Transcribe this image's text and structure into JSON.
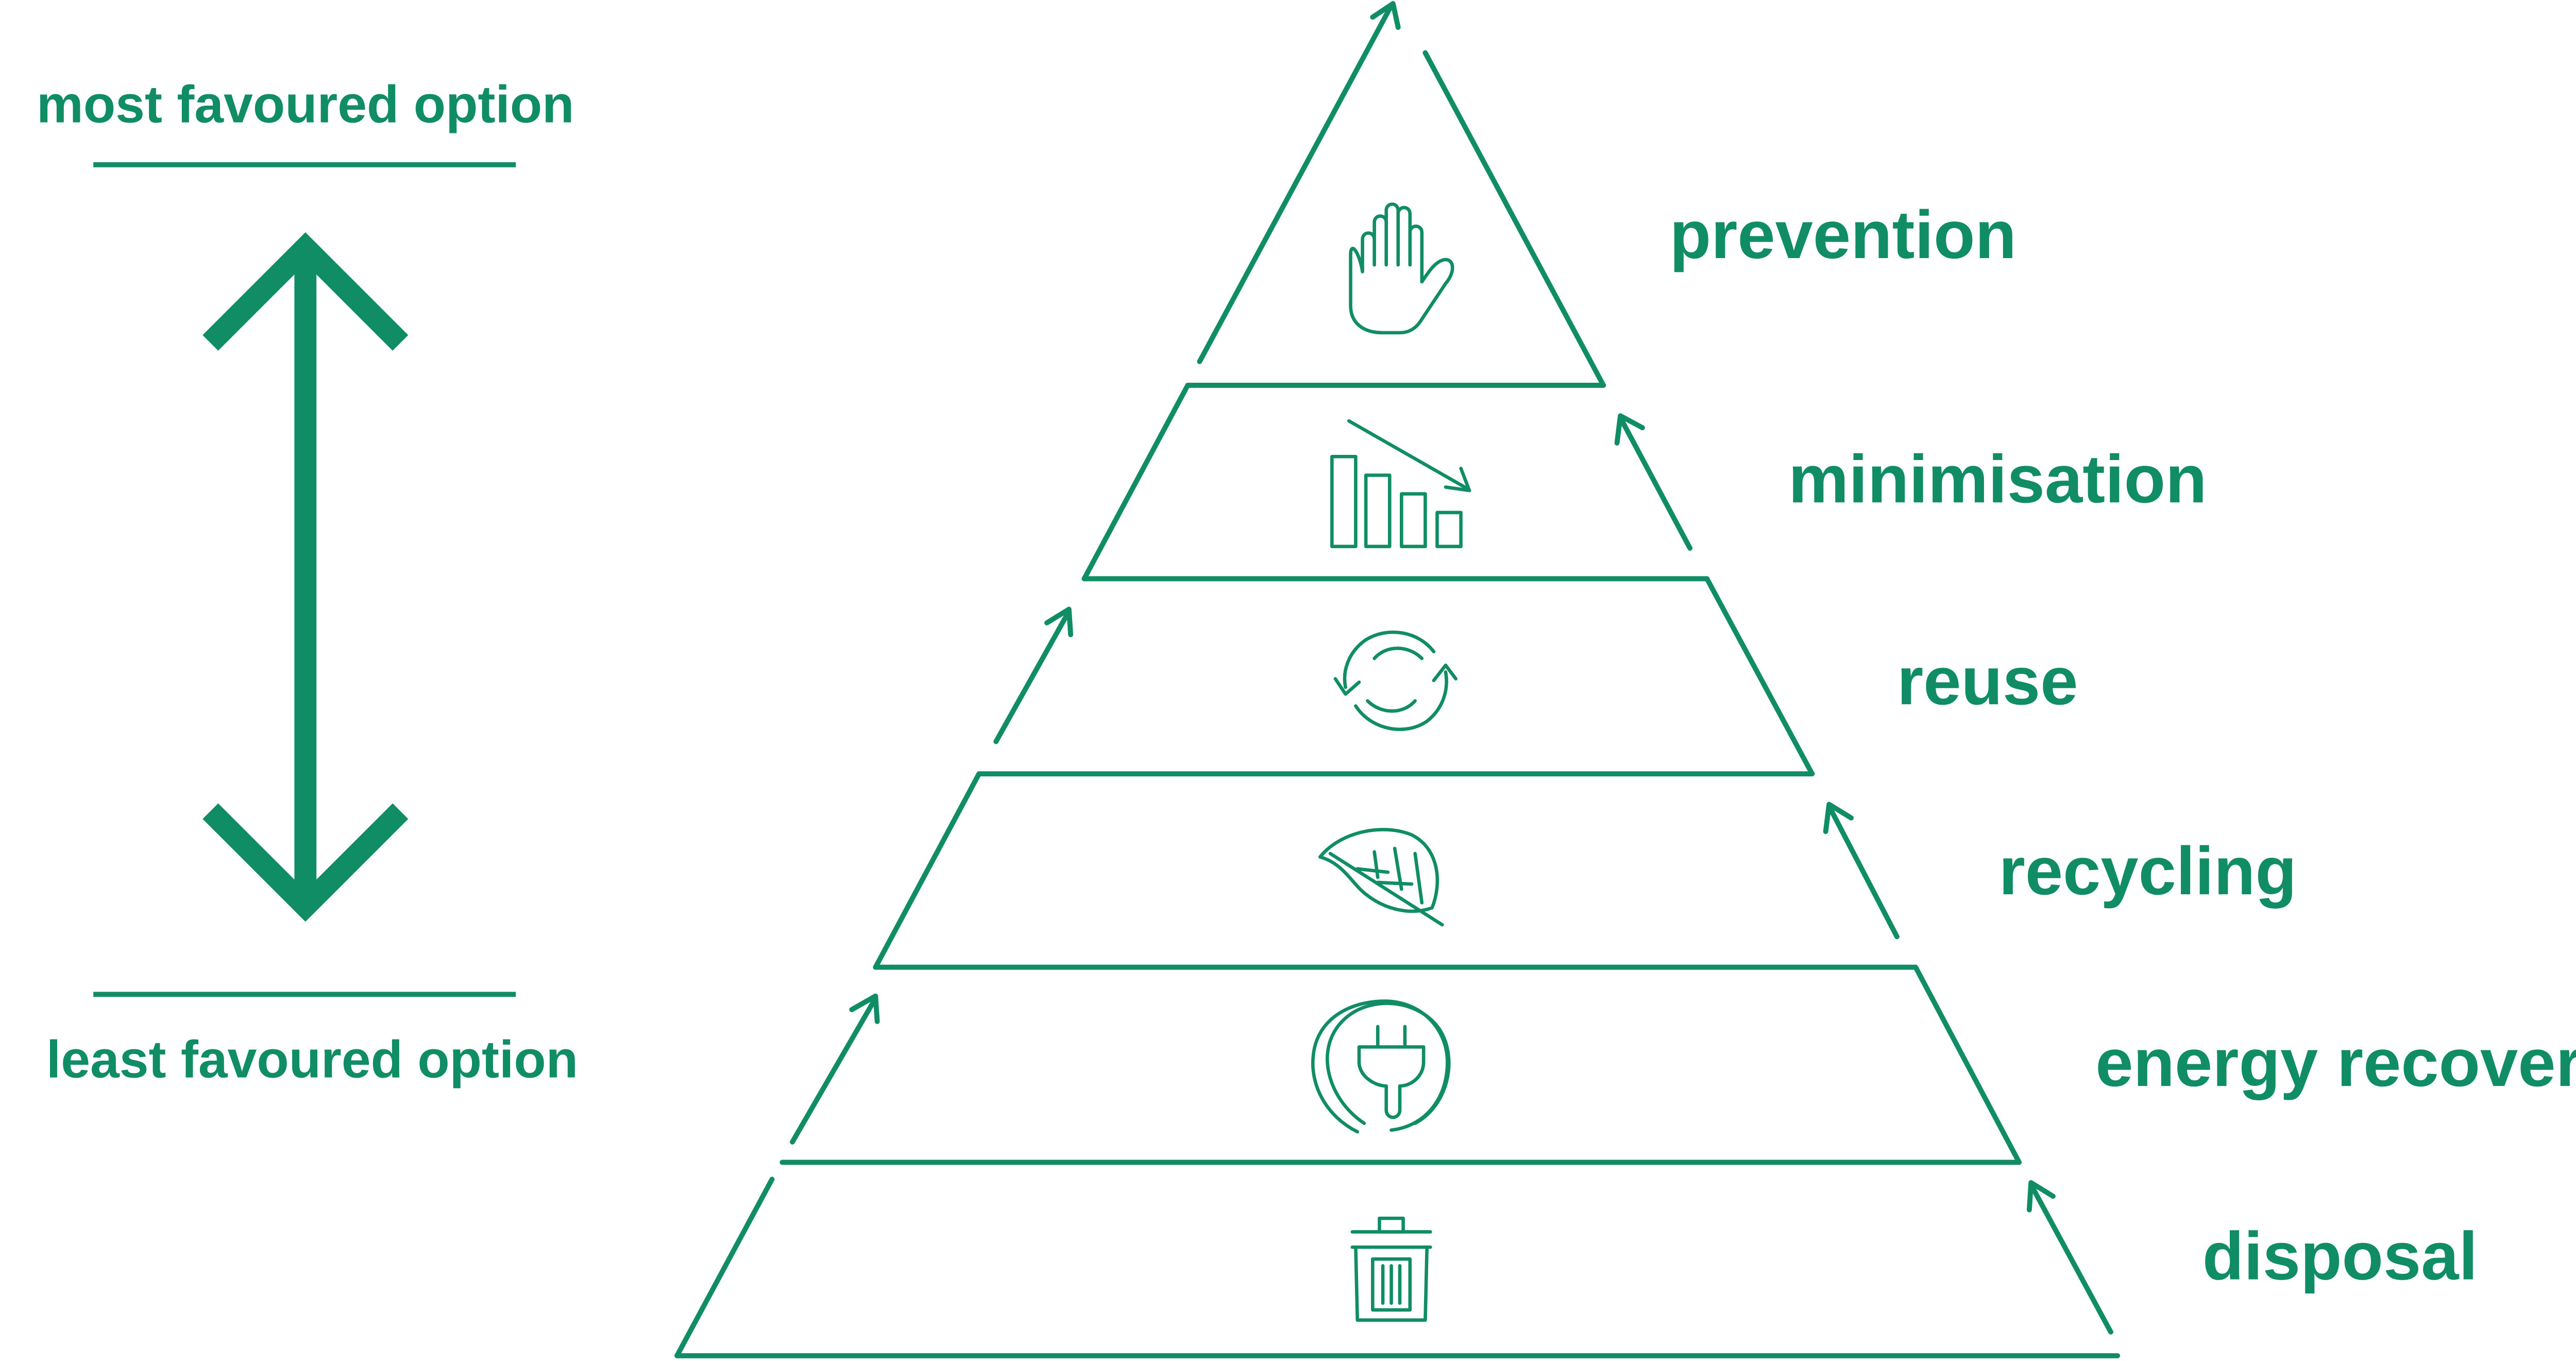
{
  "colors": {
    "accent": "#118d65",
    "background": "#ffffff"
  },
  "scale": {
    "top_label": "most favoured option",
    "bottom_label": "least favoured option"
  },
  "tiers": [
    {
      "label": "prevention",
      "icon": "hand-stop-icon"
    },
    {
      "label": "minimisation",
      "icon": "decreasing-bars-icon"
    },
    {
      "label": "reuse",
      "icon": "circular-arrows-icon"
    },
    {
      "label": "recycling",
      "icon": "leaf-icon"
    },
    {
      "label": "energy recovery",
      "icon": "power-plug-icon"
    },
    {
      "label": "disposal",
      "icon": "trash-can-icon"
    }
  ]
}
